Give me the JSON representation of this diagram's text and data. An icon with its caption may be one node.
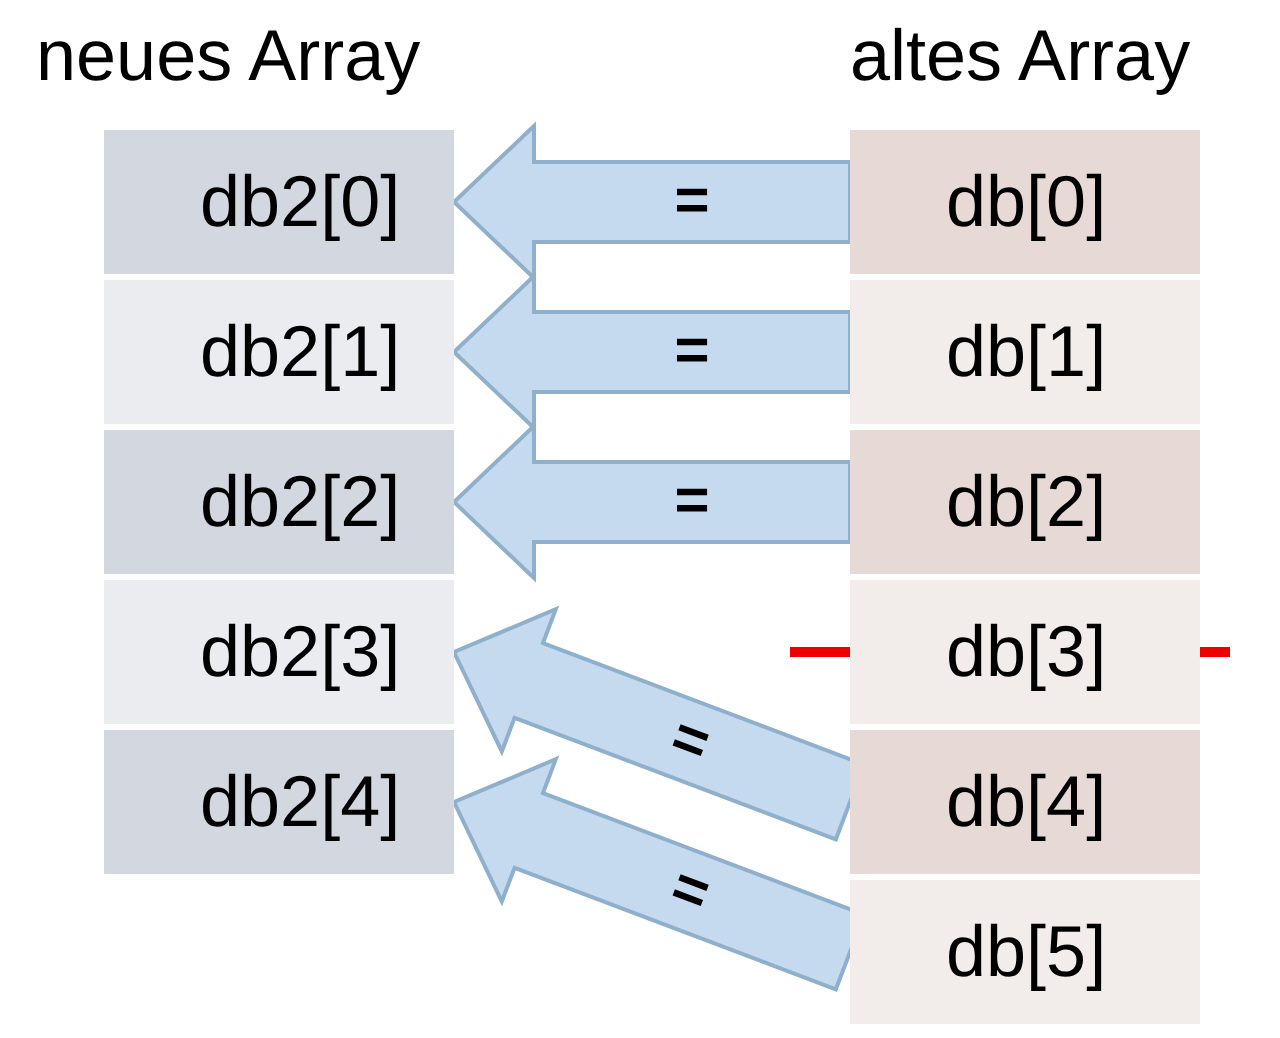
{
  "diagram": {
    "nodes": [
      {
        "text": [
          "db2[0]"
        ]
      },
      {
        "text": [
          "db[0]"
        ]
      },
      {
        "text": [
          "db2[1]"
        ]
      },
      {
        "text": [
          "db[1]"
        ]
      },
      {
        "text": [
          "db2[2]"
        ]
      },
      {
        "text": [
          "db[2]"
        ]
      },
      {
        "text": [
          "db2[3]"
        ]
      },
      {
        "text": [
          "db[3]"
        ]
      },
      {
        "text": [
          "db2[4]"
        ]
      },
      {
        "text": [
          "db[4]"
        ]
      },
      {
        "text": [
          "db[5]"
        ]
      }
    ],
    "edges": [
      {
        "from": 1,
        "to": 0,
        "arrow": "to",
        "label": "="
      },
      {
        "from": 3,
        "to": 2,
        "arrow": "to",
        "label": "="
      },
      {
        "from": 5,
        "to": 4,
        "arrow": "to",
        "label": "="
      },
      {
        "from": 9,
        "to": 6,
        "arrow": "to",
        "label": "="
      },
      {
        "from": 10,
        "to": 8,
        "arrow": "to",
        "label": "="
      }
    ],
    "labels": [
      "neues Array",
      "altes Array"
    ]
  }
}
